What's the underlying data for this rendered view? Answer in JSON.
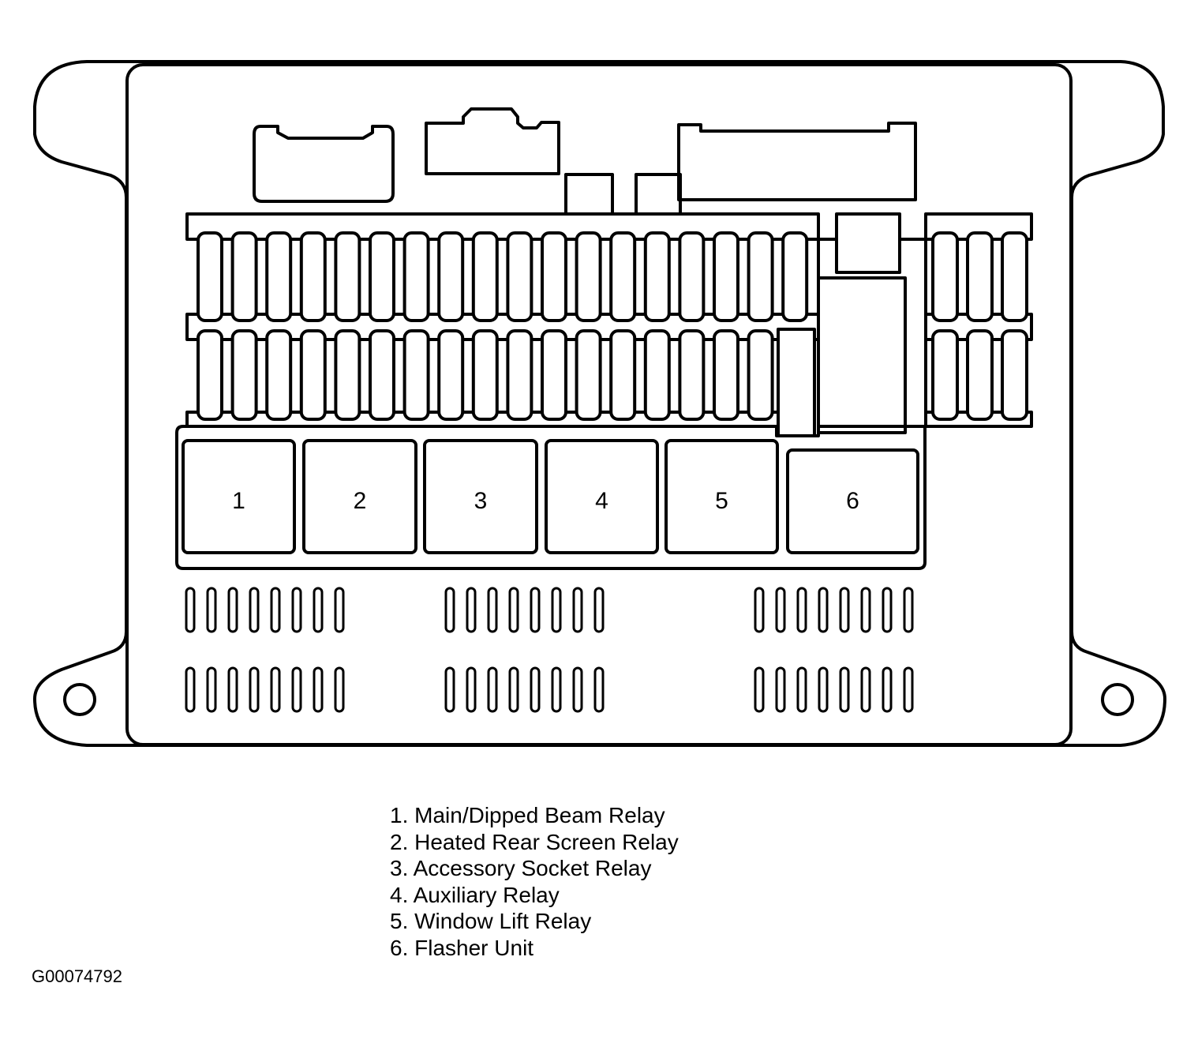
{
  "relays": [
    {
      "number": "1",
      "label": "1. Main/Dipped Beam Relay"
    },
    {
      "number": "2",
      "label": "2. Heated Rear Screen Relay"
    },
    {
      "number": "3",
      "label": "3. Accessory Socket Relay"
    },
    {
      "number": "4",
      "label": "4. Auxiliary Relay"
    },
    {
      "number": "5",
      "label": "5. Window Lift Relay"
    },
    {
      "number": "6",
      "label": "6. Flasher Unit"
    }
  ],
  "figure_id": "G00074792",
  "colors": {
    "line": "#000000",
    "background": "#ffffff"
  }
}
